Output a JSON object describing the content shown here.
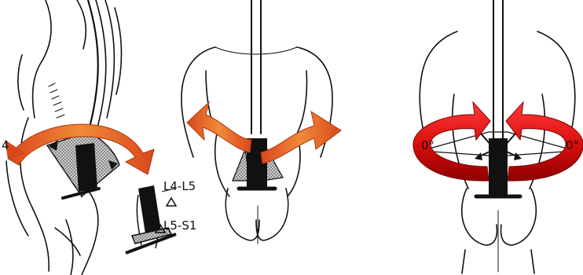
{
  "panel_left": {
    "level_label_upper": "L4-L5",
    "level_label_lower": "L5-S1",
    "angle_fragment": "4"
  },
  "panel_center": {},
  "panel_right": {
    "angle_left": "0°",
    "angle_right": "0°"
  },
  "colors": {
    "line": "#111111",
    "arrow_orange_dark": "#d9471c",
    "arrow_orange_light": "#f08a3a",
    "arrow_red": "#d80d0d",
    "arrow_red_dark": "#8e0000",
    "stipple": "#666666"
  },
  "icons": [
    "flexion-arrow",
    "lateral-bend-arrow",
    "rotation-arrow"
  ]
}
